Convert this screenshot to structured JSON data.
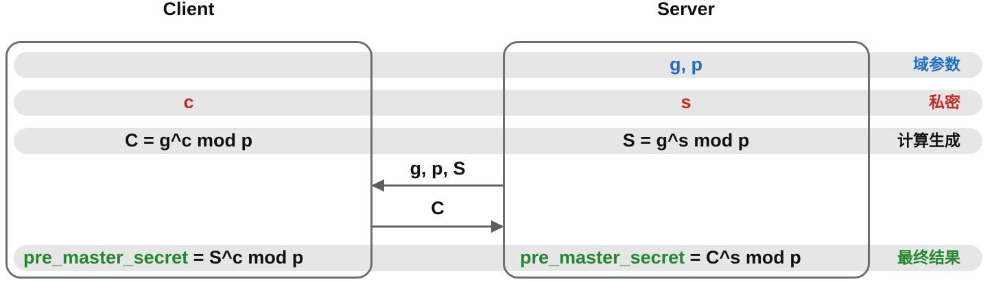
{
  "columns": {
    "client_title": "Client",
    "server_title": "Server"
  },
  "rows": {
    "domain_params": {
      "server_value": "g, p",
      "label": "域参数",
      "color": "#1f6fc5"
    },
    "private_key": {
      "client_value": "c",
      "server_value": "s",
      "label": "私密",
      "color": "#c9281e"
    },
    "computed": {
      "client_value": "C = g^c mod p",
      "server_value": "S = g^s mod p",
      "label": "计算生成",
      "color": "#111111"
    },
    "final": {
      "secret_name": "pre_master_secret",
      "client_rest": " = S^c mod p",
      "server_rest": " = C^s mod p",
      "label": "最终结果",
      "color": "#23882d"
    }
  },
  "messages": {
    "server_to_client": "g, p, S",
    "client_to_server": "C"
  }
}
